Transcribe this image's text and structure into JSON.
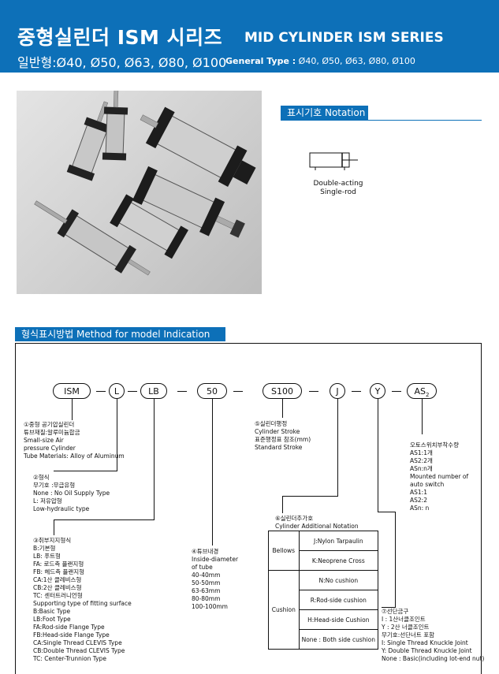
{
  "header": {
    "title_ko": "중형실린더 ISM 시리즈",
    "title_en": "MID CYLINDER ISM SERIES",
    "subtitle_ko": "일반형:Ø40, Ø50, Ø63, Ø80, Ø100",
    "subtitle_en_label": "General Type :",
    "subtitle_en_values": "Ø40, Ø50, Ø63, Ø80, Ø100"
  },
  "notation": {
    "tab_label": "표시기호   Notation",
    "caption_line1": "Double-acting",
    "caption_line2": "Single-rod"
  },
  "model": {
    "tab_label": "형식표시방법   Method for model Indication",
    "codes": {
      "ism": "ISM",
      "l": "L",
      "lb": "LB",
      "bore": "50",
      "stroke": "S100",
      "j": "J",
      "y": "Y",
      "as_prefix": "AS",
      "as_sub": "2"
    },
    "item1": [
      "①중형 공기압실린더",
      "튜브재질:알루미늄합금",
      "Small-size Air",
      "pressure Cylinder",
      "Tube Materials: Alloy of Aluminum"
    ],
    "item2": [
      "②형식",
      "무기호 :무급유형",
      "None : No Oil Supply Type",
      "L: 저유압형",
      "    Low-hydraulic type"
    ],
    "item3": [
      "③취부지지형식",
      "B:기본형",
      "LB: 푸트형",
      "FA: 로드측 플랜지형",
      "FB: 헤드측 플랜지형",
      "CA:1산 클레비스형",
      "CB:2산 클레비스형",
      "TC: 센터트러니언형",
      "Supporting type of fitting surface",
      "B:Basic Type",
      "LB:Foot Type",
      "FA:Rod-side Flange Type",
      "FB:Head-side Flange Type",
      "CA:Single Thread CLEVIS Type",
      "CB:Double Thread CLEVIS Type",
      "TC: Center-Trunnion Type"
    ],
    "item4": [
      "④튜브내경",
      "Inside-diameter",
      "of tube",
      "40-40mm",
      "50-50mm",
      "63-63mm",
      "80-80mm",
      "100-100mm"
    ],
    "item5": [
      "⑤실린더행정",
      "Cylinder Stroke",
      "표준행정표 참조(mm)",
      "Standard Stroke"
    ],
    "item6": [
      "⑥실린더추가호",
      "Cylinder Additional Notation"
    ],
    "table": {
      "bellows_label": "Bellows",
      "cushion_label": "Cushion",
      "bellows_rows": [
        "J:Nylon Tarpaulin",
        "K:Neoprene Cross"
      ],
      "cushion_rows": [
        "N:No cushion",
        "R:Rod-side cushion",
        "H:Head-side Cushion",
        "None : Both side cushion"
      ]
    },
    "item7": [
      "⑦선단금구",
      "I : 1산너클조인트",
      "Y : 2산 너클조인트",
      "무기호:선단너트 포함",
      "I: Single Thread Knuckle Joint",
      "Y: Double Thread Knuckle Joint",
      "None : Basic(including lot-end nut)"
    ],
    "item8": [
      "오토스위치부착수량",
      "AS1:1개",
      "AS2:2개",
      "ASn:n개",
      "Mounted number of",
      "auto switch",
      "AS1:1",
      "AS2:2",
      "ASn: n"
    ]
  }
}
